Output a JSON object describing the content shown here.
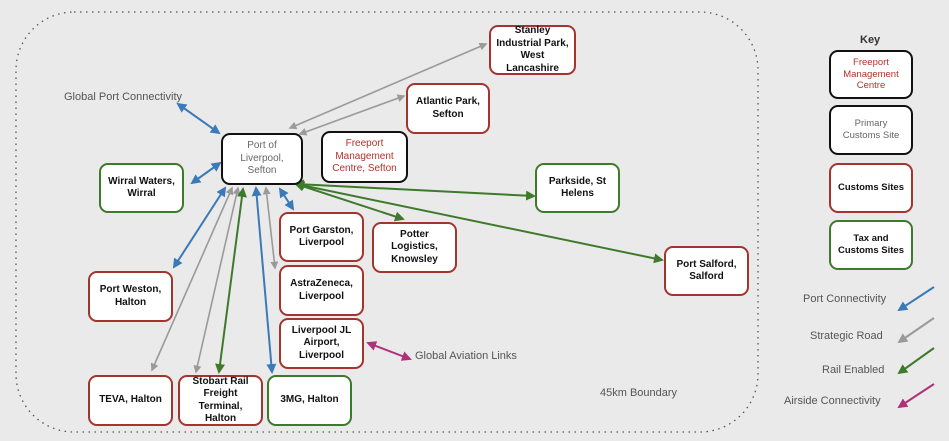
{
  "boundary_label": "45km Boundary",
  "labels": {
    "global_port": "Global Port Connectivity",
    "global_aviation": "Global Aviation Links"
  },
  "nodes": {
    "port_liverpool": "Port of Liverpool, Sefton",
    "stanley": "Stanley Industrial Park, West Lancashire",
    "atlantic": "Atlantic Park, Sefton",
    "fmc_sefton": "Freeport Management Centre, Sefton",
    "wirral": "Wirral Waters, Wirral",
    "parkside": "Parkside, St Helens",
    "port_garston": "Port Garston, Liverpool",
    "potter": "Potter Logistics, Knowsley",
    "port_salford": "Port Salford, Salford",
    "port_weston": "Port Weston, Halton",
    "astrazeneca": "AstraZeneca, Liverpool",
    "liverpool_jl": "Liverpool JL Airport, Liverpool",
    "teva": "TEVA, Halton",
    "stobart": "Stobart Rail Freight Terminal, Halton",
    "threemg": "3MG, Halton"
  },
  "key": {
    "title": "Key",
    "fmc": "Freeport Management Centre",
    "primary": "Primary Customs Site",
    "customs": "Customs Sites",
    "tax": "Tax and Customs Sites",
    "port_connectivity": "Port Connectivity",
    "strategic_road": "Strategic Road",
    "rail_enabled": "Rail Enabled",
    "airside": "Airside Connectivity"
  },
  "colors": {
    "port": "#3a7ab8",
    "road": "#9a9a9a",
    "rail": "#3e7a2c",
    "air": "#b0307a",
    "customs_border": "#a4342f",
    "tax_border": "#3e7a2c",
    "fmc_text": "#b3312a"
  }
}
